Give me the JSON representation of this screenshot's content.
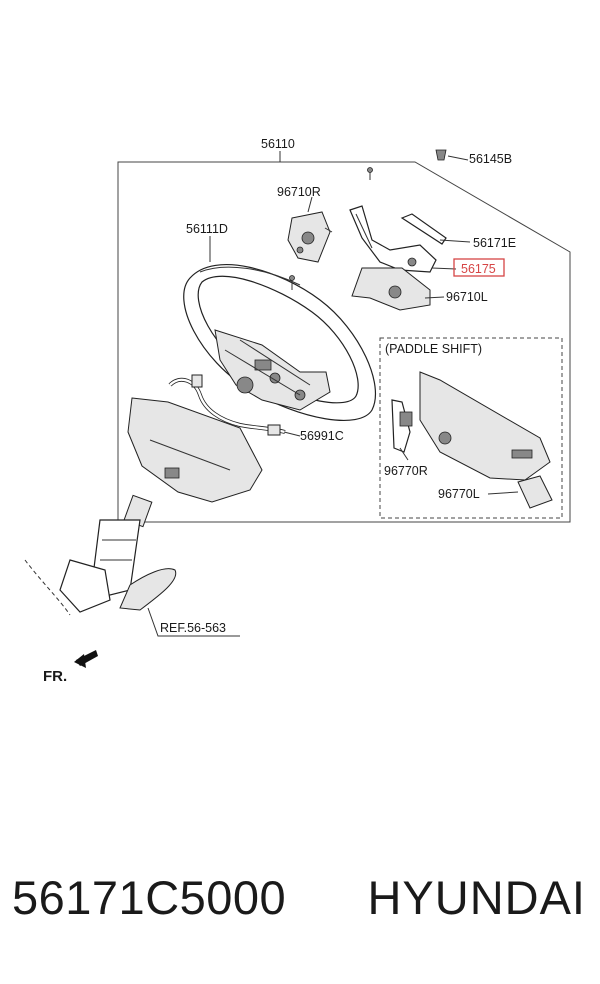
{
  "diagram": {
    "callouts": [
      {
        "id": "c-56110",
        "text": "56110",
        "name": "callout-56110"
      },
      {
        "id": "c-56145B",
        "text": "56145B",
        "name": "callout-56145b"
      },
      {
        "id": "c-96710R",
        "text": "96710R",
        "name": "callout-96710r"
      },
      {
        "id": "c-56111D",
        "text": "56111D",
        "name": "callout-56111d"
      },
      {
        "id": "c-56171E",
        "text": "56171E",
        "name": "callout-56171e"
      },
      {
        "id": "c-56175",
        "text": "56175",
        "name": "callout-56175",
        "highlighted": true
      },
      {
        "id": "c-96710L",
        "text": "96710L",
        "name": "callout-96710l"
      },
      {
        "id": "c-paddle",
        "text": "(PADDLE SHIFT)",
        "name": "paddle-shift-label"
      },
      {
        "id": "c-56991C",
        "text": "56991C",
        "name": "callout-56991c"
      },
      {
        "id": "c-96770R",
        "text": "96770R",
        "name": "callout-96770r"
      },
      {
        "id": "c-96770L",
        "text": "96770L",
        "name": "callout-96770l"
      },
      {
        "id": "c-ref",
        "text": "REF.56-563",
        "name": "reference-label"
      },
      {
        "id": "c-fr",
        "text": "FR.",
        "name": "front-direction-label"
      }
    ],
    "highlight_color": "#d64545"
  },
  "footer": {
    "part_number": "56171C5000",
    "brand": "HYUNDAI"
  }
}
